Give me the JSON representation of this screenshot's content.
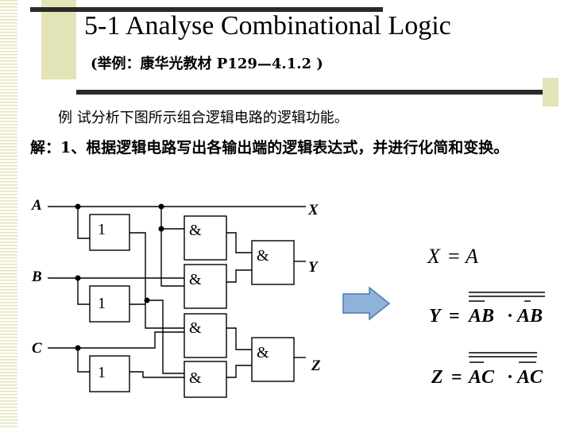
{
  "slide": {
    "title": "5-1 Analyse Combinational Logic",
    "subtitle": "(举例：康华光教材 P129—4.1.2 )",
    "problem": "例 试分析下图所示组合逻辑电路的逻辑功能。",
    "solution": "解：1、根据逻辑电路写出各输出端的逻辑表达式，并进行化简和变换。"
  },
  "circuit": {
    "inputs": {
      "a": "A",
      "b": "B",
      "c": "C"
    },
    "outputs": {
      "x": "X",
      "y": "Y",
      "z": "Z"
    },
    "gates": {
      "not_a": "1",
      "not_b": "1",
      "not_c": "1",
      "and_1": "&",
      "and_2": "&",
      "and_y": "&",
      "and_3": "&",
      "and_4": "&",
      "and_z": "&"
    }
  },
  "equations": {
    "x": {
      "lhs": "X",
      "eq": "=",
      "rhs": "A"
    },
    "y": {
      "lhs": "Y",
      "eq": "=",
      "term1": "AB",
      "dot": "·",
      "term2": "AB"
    },
    "z": {
      "lhs": "Z",
      "eq": "=",
      "term1": "AC",
      "dot": "·",
      "term2": "AC"
    }
  },
  "colors": {
    "stripe": "#e3e3b8",
    "bar": "#2a2a2a",
    "arrow_fill": "#8fb2da",
    "arrow_stroke": "#4f79a8"
  },
  "icons": {
    "arrow": "right-arrow-icon"
  }
}
